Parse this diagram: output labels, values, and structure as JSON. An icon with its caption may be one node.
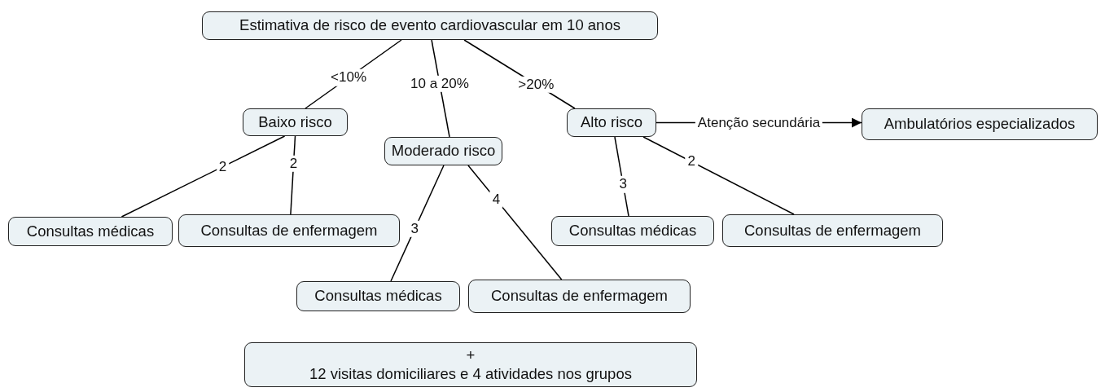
{
  "diagram": {
    "nodes": [
      {
        "text": [
          "Estimativa de risco de evento cardiovascular em 10 anos"
        ]
      },
      {
        "text": [
          "Baixo risco"
        ]
      },
      {
        "text": [
          "Moderado risco"
        ]
      },
      {
        "text": [
          "Alto risco"
        ]
      },
      {
        "text": [
          "Ambulatórios especializados"
        ]
      },
      {
        "text": [
          "Consultas médicas"
        ]
      },
      {
        "text": [
          "Consultas de enfermagem"
        ]
      },
      {
        "text": [
          "Consultas médicas"
        ]
      },
      {
        "text": [
          "Consultas de enfermagem"
        ]
      },
      {
        "text": [
          "Consultas médicas"
        ]
      },
      {
        "text": [
          "Consultas de enfermagem"
        ]
      },
      {
        "text": [
          "+",
          "12 visitas domiciliares e 4 atividades nos grupos"
        ]
      }
    ],
    "edges": [
      {
        "from": 0,
        "to": 1,
        "arrow": "none",
        "label": "<10%"
      },
      {
        "from": 0,
        "to": 2,
        "arrow": "none",
        "label": "10 a 20%"
      },
      {
        "from": 0,
        "to": 3,
        "arrow": "none",
        "label": ">20%"
      },
      {
        "from": 3,
        "to": 4,
        "arrow": "to",
        "label": "Atenção secundária"
      },
      {
        "from": 1,
        "to": 5,
        "arrow": "none",
        "label": "2"
      },
      {
        "from": 1,
        "to": 6,
        "arrow": "none",
        "label": "2"
      },
      {
        "from": 2,
        "to": 7,
        "arrow": "none",
        "label": "3"
      },
      {
        "from": 2,
        "to": 8,
        "arrow": "none",
        "label": "4"
      },
      {
        "from": 3,
        "to": 9,
        "arrow": "none",
        "label": "3"
      },
      {
        "from": 3,
        "to": 10,
        "arrow": "none",
        "label": "2"
      }
    ]
  }
}
